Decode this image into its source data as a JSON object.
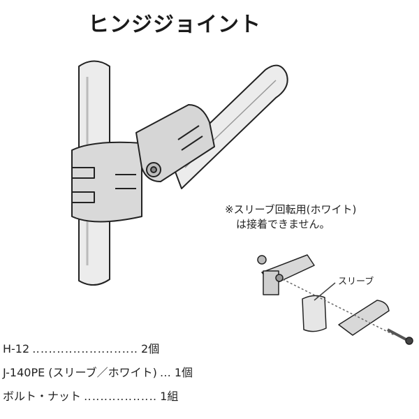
{
  "title": "ヒンジジョイント",
  "note": {
    "line1": "※スリーブ回転用(ホワイト)",
    "line2": "は接着できません。"
  },
  "sleeve_label": "スリーブ",
  "parts": [
    {
      "name": "H-12",
      "dots": "‥‥‥‥‥‥‥‥‥‥‥‥‥",
      "qty": "2個"
    },
    {
      "name": "J-140PE (スリーブ／ホワイト)",
      "dots": "…",
      "qty": "1個"
    },
    {
      "name": "ボルト・ナット",
      "dots": "‥‥‥‥‥‥‥‥‥",
      "qty": "1組"
    }
  ]
}
